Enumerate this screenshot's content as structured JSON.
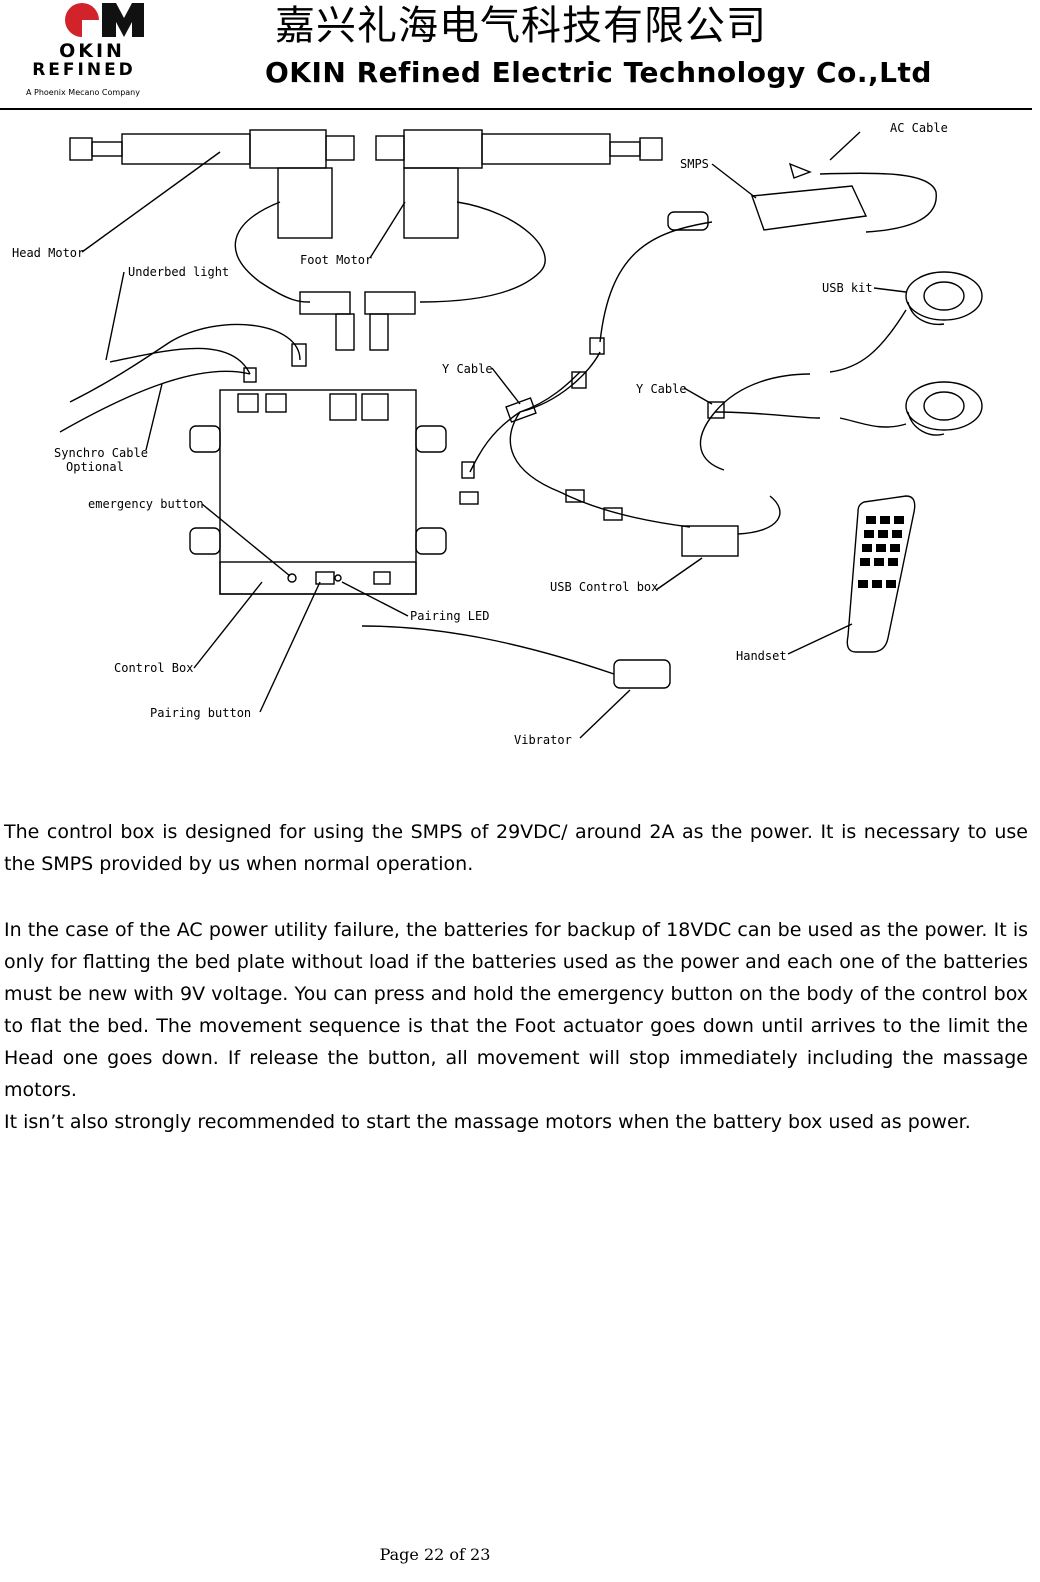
{
  "header": {
    "logo_top": "OKIN",
    "logo_bottom": "REFINED",
    "logo_tagline": "A Phoenix Mecano Company",
    "company_cn": "嘉兴礼海电气科技有限公司",
    "company_en": "OKIN Refined Electric Technology Co.,Ltd"
  },
  "diagram": {
    "labels": {
      "ac_cable": "AC Cable",
      "smps": "SMPS",
      "head_motor": "Head Motor",
      "foot_motor": "Foot Motor",
      "underbed_light": "Underbed light",
      "usb_kit": "USB kit",
      "y_cable_1": "Y Cable",
      "y_cable_2": "Y Cable",
      "synchro_cable": "Synchro Cable",
      "optional": "Optional",
      "emergency_button": "emergency button",
      "usb_control_box": "USB Control box",
      "pairing_led": "Pairing LED",
      "handset": "Handset",
      "control_box": "Control Box",
      "pairing_button": "Pairing button",
      "vibrator": "Vibrator"
    }
  },
  "body": {
    "paragraph_1": "The control box is designed for using the SMPS of 29VDC/ around 2A as the power.  It is necessary to use the SMPS provided by us when normal operation.",
    "paragraph_2": "In the case of the AC power utility failure, the batteries for backup of 18VDC can be used as the power. It is only for flatting the bed plate without load if the batteries used as the power and each one of the batteries must be new with 9V voltage. You can press and hold the emergency button on the body of the control box to flat the bed. The movement sequence is that the Foot actuator goes down until arrives to the limit the Head one goes down. If release the button, all movement will stop immediately including the massage motors.",
    "paragraph_3": "It isn’t also strongly recommended to start the massage motors when the battery box used as power."
  },
  "footer": {
    "page_label": "Page 22 of 23"
  }
}
